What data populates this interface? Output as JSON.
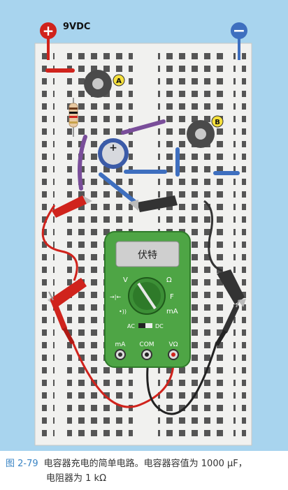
{
  "supply_label": "9VDC",
  "plus_symbol": "+",
  "minus_symbol": "−",
  "component_a_label": "A",
  "component_b_label": "B",
  "capacitor_polarity": "+",
  "meter": {
    "display_text": "伏特",
    "dial_v": "V",
    "dial_ohm": "Ω",
    "dial_f": "F",
    "dial_ma": "mA",
    "dial_diode": "→|←",
    "dial_sound": "•))",
    "ac_label": "AC",
    "dc_label": "DC",
    "jack_ma": "mA",
    "jack_com": "COM",
    "jack_vohm": "VΩ"
  },
  "colors": {
    "background": "#a8d4ee",
    "breadboard": "#f1f1ef",
    "hole": "#555555",
    "meter_body": "#4ea545",
    "red_wire": "#d0231c",
    "purple_wire": "#7a4e9a",
    "blue_wire": "#3e6fbf"
  },
  "caption": {
    "number": "图 2-79",
    "line1": "电容器充电的简单电路。电容器容值为 1000 μF，",
    "line2": "电阻器为 1 kΩ"
  }
}
